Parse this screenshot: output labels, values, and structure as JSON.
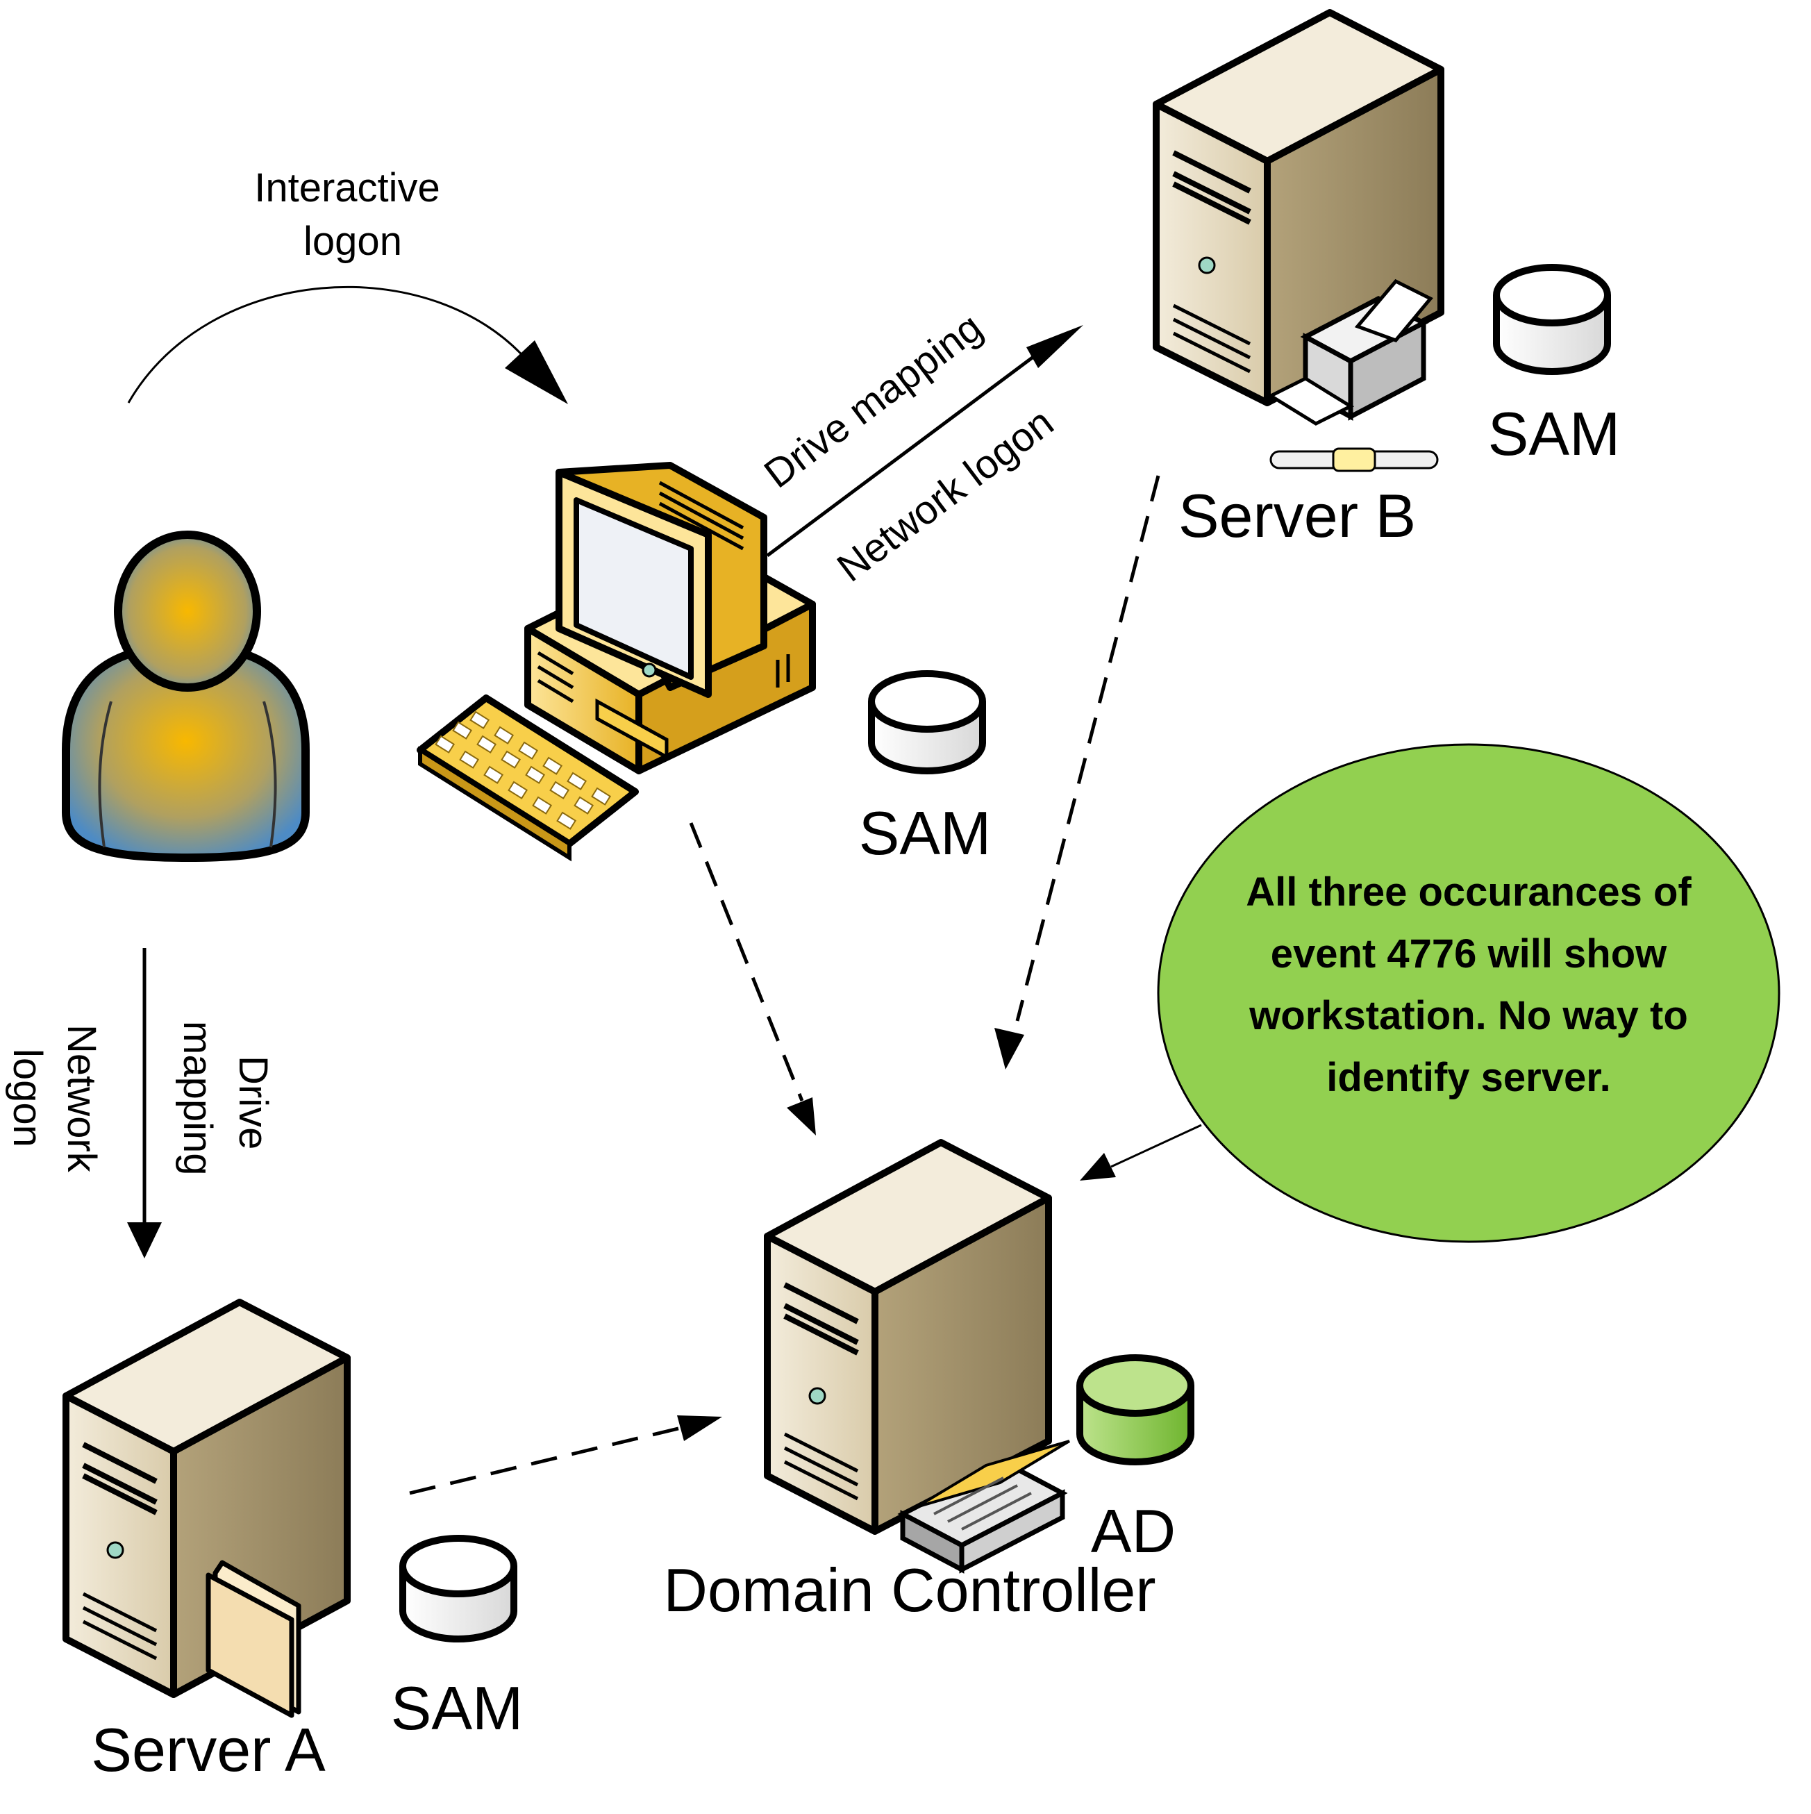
{
  "labels": {
    "interactive_logon_line1": "Interactive",
    "interactive_logon_line2": "logon",
    "drive_mapping_top": "Drive mapping",
    "network_logon_top": "Network logon",
    "drive_mapping_left_line1": "Drive",
    "drive_mapping_left_line2": "mapping",
    "network_logon_left_line1": "Network",
    "network_logon_left_line2": "logon",
    "sam_workstation": "SAM",
    "sam_server_b": "SAM",
    "sam_server_a": "SAM",
    "server_b": "Server B",
    "server_a": "Server A",
    "ad": "AD",
    "domain_controller": "Domain Controller"
  },
  "callout": {
    "line1": "All three occurances of",
    "line2": "event 4776 will show",
    "line3": "workstation. No way to",
    "line4": "identify server."
  },
  "colors": {
    "callout_fill": "#92d050",
    "server_body": "#e6dcc3",
    "workstation_body": "#f8cf4a",
    "user_outer": "#4d8bc5",
    "user_inner": "#f8b800",
    "ad_db": "#8fcb4f"
  }
}
